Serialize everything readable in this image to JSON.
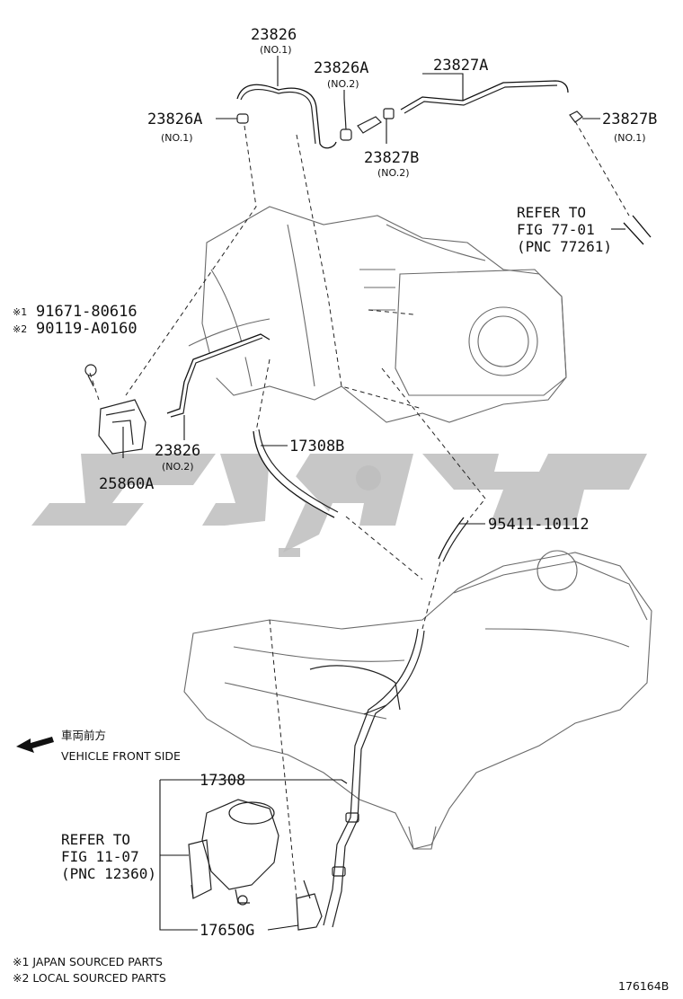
{
  "parts": {
    "p23826_top": "23826",
    "p23826_top_sub": "(NO.1)",
    "p23826A_top": "23826A",
    "p23826A_top_sub": "(NO.2)",
    "p23827A": "23827A",
    "p23826A_left": "23826A",
    "p23826A_left_sub": "(NO.1)",
    "p23827B_mid": "23827B",
    "p23827B_mid_sub": "(NO.2)",
    "p23827B_right": "23827B",
    "p23827B_right_sub": "(NO.1)",
    "ref77": [
      "REFER TO",
      "FIG 77-01",
      "(PNC 77261)"
    ],
    "note1_mark": "※1",
    "note1_part": "91671-80616",
    "note2_mark": "※2",
    "note2_part": "90119-A0160",
    "p23826_low": "23826",
    "p23826_low_sub": "(NO.2)",
    "p25860A": "25860A",
    "p17308B": "17308B",
    "p95411": "95411-10112",
    "front_jp": "車両前方",
    "front_en": "VEHICLE FRONT SIDE",
    "p17308": "17308",
    "ref11": [
      "REFER TO",
      "FIG 11-07",
      "(PNC 12360)"
    ],
    "p17650G": "17650G"
  },
  "footnotes": {
    "f1": "※1 JAPAN SOURCED PARTS",
    "f2": "※2 LOCAL SOURCED PARTS"
  },
  "figure_id": "176164B",
  "icons": {
    "arrow": "front-direction-arrow-icon",
    "watermark": "watermark-logo"
  }
}
